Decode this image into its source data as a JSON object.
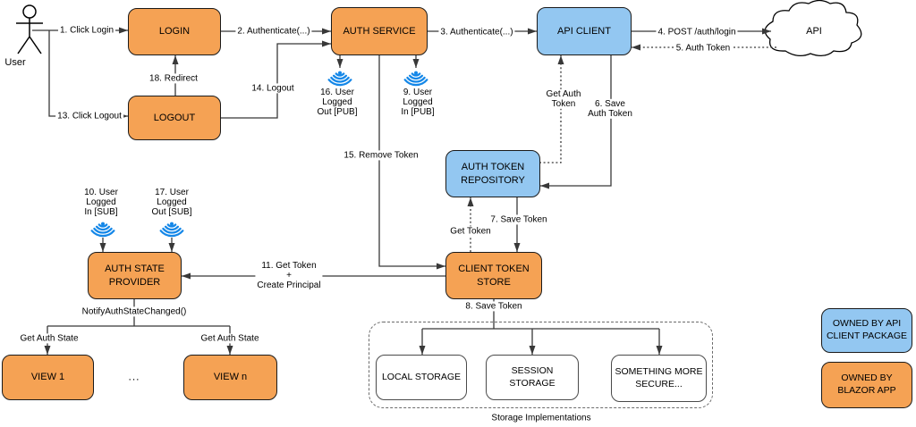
{
  "colors": {
    "orange": "#f5a254",
    "blue": "#93c7f1",
    "beacon": "#1487e8",
    "line": "#383838"
  },
  "actor": {
    "label": "User"
  },
  "nodes": {
    "login": "LOGIN",
    "logout": "LOGOUT",
    "auth_service": "AUTH SERVICE",
    "api_client": "API CLIENT",
    "api": "API",
    "auth_token_repository": "AUTH TOKEN REPOSITORY",
    "auth_state_provider": "AUTH STATE PROVIDER",
    "client_token_store": "CLIENT TOKEN STORE",
    "view_1": "VIEW 1",
    "view_n": "VIEW n",
    "views_ellipsis": "...",
    "local_storage": "LOCAL STORAGE",
    "session_storage": "SESSION STORAGE",
    "something_more_secure": "SOMETHING MORE SECURE...",
    "storage_group_caption": "Storage Implementations"
  },
  "edges": {
    "click_login": "1. Click Login",
    "authenticate_2": "2. Authenticate(...)",
    "authenticate_3": "3. Authenticate(...)",
    "post_auth_login": "4. POST /auth/login",
    "auth_token_5": "5. Auth Token",
    "save_auth_token_6": "6. Save\nAuth Token",
    "save_token_7": "7. Save Token",
    "save_token_8": "8. Save Token",
    "user_logged_in_pub": "9. User\nLogged\nIn [PUB]",
    "user_logged_in_sub": "10. User\nLogged\nIn [SUB]",
    "get_token_create_principal": "11. Get Token\n+\nCreate Principal",
    "click_logout": "13. Click Logout",
    "logout_14": "14. Logout",
    "remove_token_15": "15. Remove Token",
    "user_logged_out_pub": "16. User\nLogged\nOut [PUB]",
    "user_logged_out_sub": "17. User\nLogged\nOut [SUB]",
    "redirect_18": "18. Redirect",
    "get_auth_token": "Get Auth\nToken",
    "get_token": "Get Token",
    "notify_auth_state_changed": "NotifyAuthStateChanged()",
    "get_auth_state_left": "Get Auth State",
    "get_auth_state_right": "Get Auth State"
  },
  "legend": {
    "api_client_package": "OWNED BY API CLIENT PACKAGE",
    "blazor_app": "OWNED BY BLAZOR APP"
  }
}
